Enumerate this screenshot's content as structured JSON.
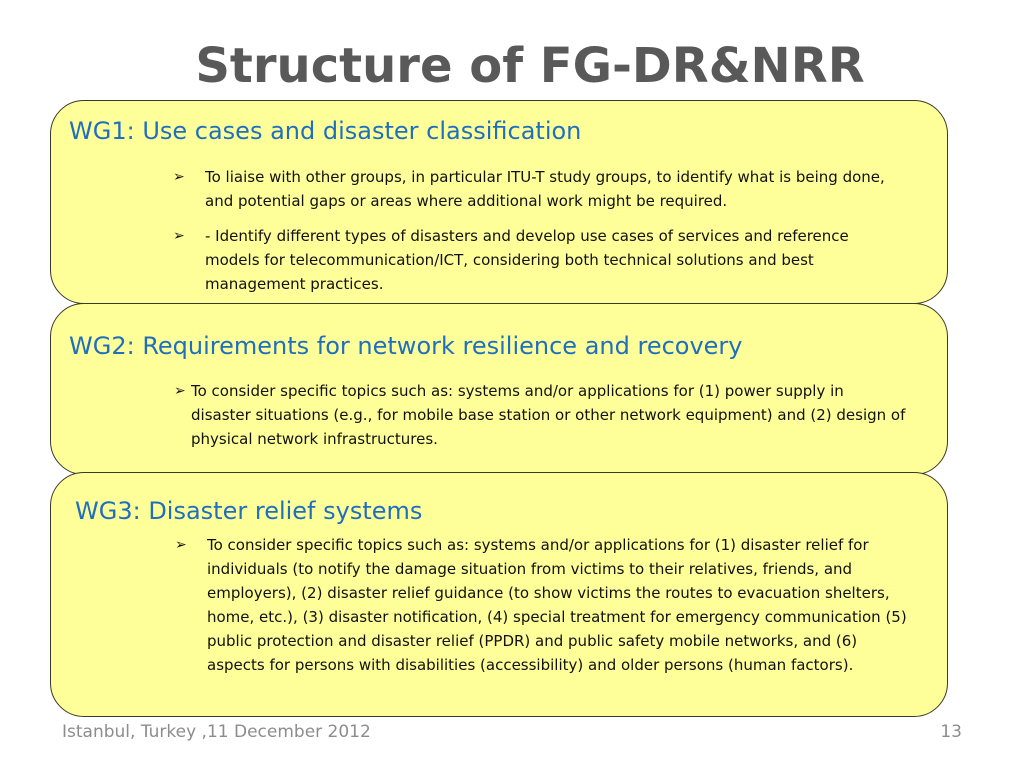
{
  "slide": {
    "title": "Structure of FG-DR&NRR",
    "footer_left": "Istanbul, Turkey ,11 December 2012",
    "page_number": "13"
  },
  "wg1": {
    "title": "WG1: Use cases and disaster classification",
    "bullets": [
      "To liaise with other groups, in particular ITU-T study groups, to identify what is being done, and potential gaps or areas where additional work might be required.",
      "- Identify different types of disasters and develop use cases of services and reference models for telecommunication/ICT, considering both technical solutions and best management practices."
    ]
  },
  "wg2": {
    "title": "WG2: Requirements for network resilience and recovery",
    "bullets": [
      "To consider specific topics such as: systems and/or applications for (1) power supply in disaster situations (e.g., for mobile base station or other network equipment) and (2) design of physical network infrastructures."
    ]
  },
  "wg3": {
    "title": "WG3: Disaster relief systems",
    "bullets": [
      "To consider specific topics such as: systems and/or applications for (1) disaster relief for individuals (to notify the damage situation from victims to their relatives, friends, and employers), (2) disaster relief guidance (to show victims the routes to evacuation shelters, home, etc.), (3) disaster notification, (4) special treatment for emergency communication (5) public protection and disaster relief (PPDR) and public safety mobile networks, and (6) aspects for persons with disabilities (accessibility) and older persons (human factors)."
    ]
  },
  "bullet_glyph": "➢",
  "colors": {
    "box_fill": "#ffff99",
    "heading": "#1f6fbf",
    "title": "#595959",
    "footer": "#8c8c8c"
  }
}
